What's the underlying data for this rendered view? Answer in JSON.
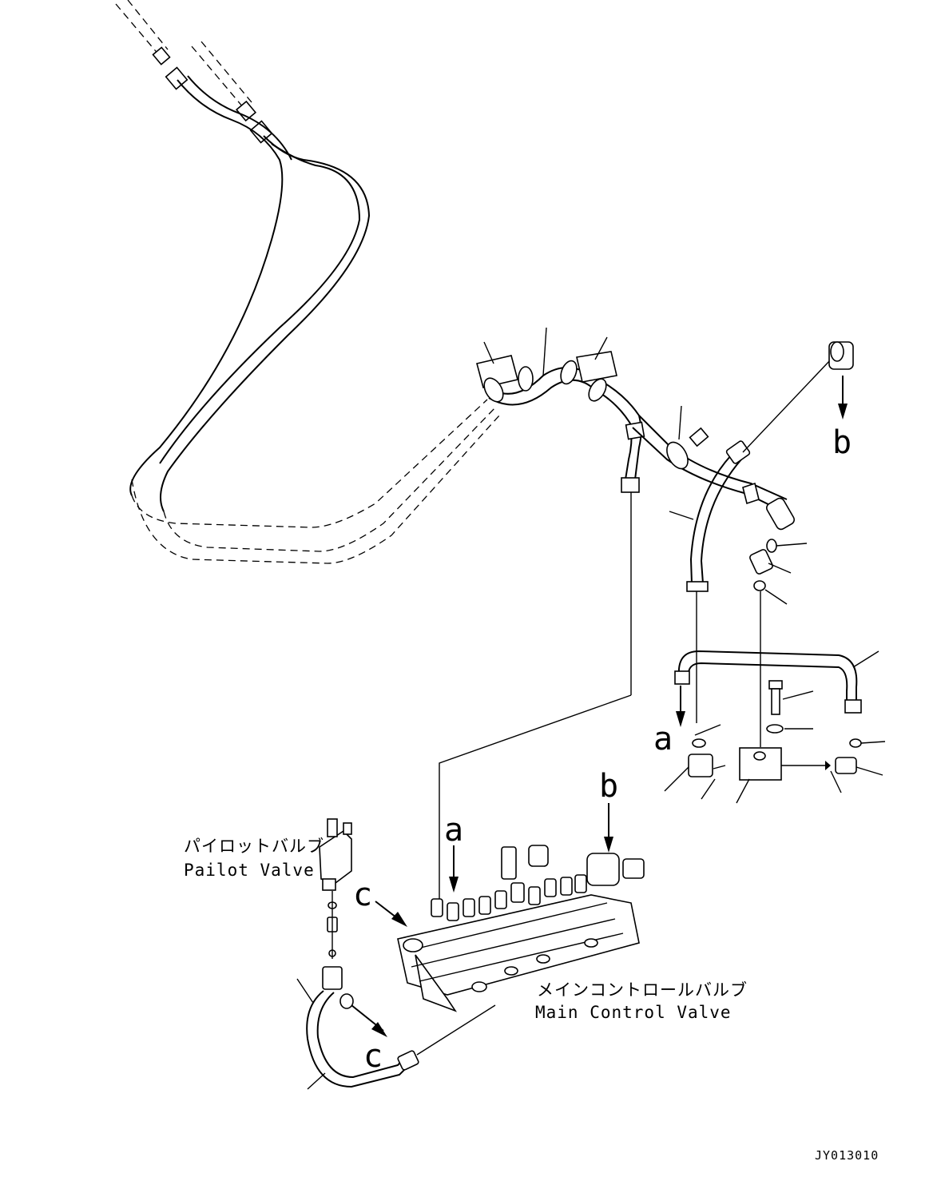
{
  "diagram": {
    "drawing_code": "JY013010",
    "reference_letters": {
      "a": "a",
      "b": "b",
      "c": "c"
    },
    "pilot_valve": {
      "label_jp": "パイロットバルブ",
      "label_en": "Pailot Valve"
    },
    "main_control_valve": {
      "label_jp": "メインコントロールバルブ",
      "label_en": "Main Control Valve"
    }
  }
}
